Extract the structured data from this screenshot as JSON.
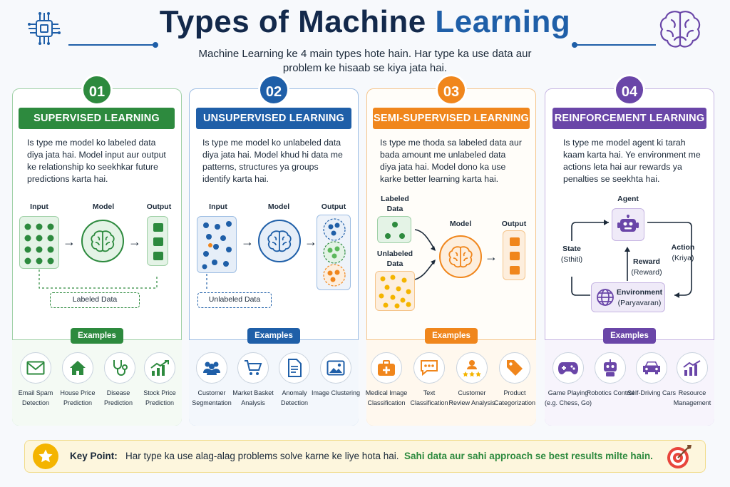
{
  "header": {
    "title_main": "Types of Machine",
    "title_accent": "Learning",
    "subtitle": "Machine Learning ke 4 main types hote hain. Har type ka use data aur problem ke hisaab se kiya jata hai."
  },
  "colors": {
    "supervised": "#2d8a3e",
    "unsupervised": "#1f5fa8",
    "semi": "#f0861c",
    "reinforcement": "#6a46a8"
  },
  "cards": [
    {
      "number": "01",
      "title": "SUPERVISED LEARNING",
      "description": "Is type me model ko labeled data diya jata hai. Model input aur output ke relationship ko seekhkar future predictions karta hai.",
      "input_label": "Input",
      "model_label": "Model",
      "output_label": "Output",
      "tag": "Labeled Data",
      "examples_label": "Examples",
      "examples": [
        "Email Spam Detection",
        "House Price Prediction",
        "Disease Prediction",
        "Stock Price Prediction"
      ],
      "example_icons": [
        "mail-icon",
        "house-icon",
        "stethoscope-icon",
        "chart-up-icon"
      ]
    },
    {
      "number": "02",
      "title": "UNSUPERVISED LEARNING",
      "description": "Is type me model ko unlabeled data diya jata hai. Model khud hi data me patterns, structures ya groups identify karta hai.",
      "input_label": "Input",
      "model_label": "Model",
      "output_label": "Output",
      "tag": "Unlabeled Data",
      "examples_label": "Examples",
      "examples": [
        "Customer Segmentation",
        "Market Basket Analysis",
        "Anomaly Detection",
        "Image Clustering"
      ],
      "example_icons": [
        "users-icon",
        "cart-icon",
        "document-icon",
        "image-icon"
      ]
    },
    {
      "number": "03",
      "title": "SEMI-SUPERVISED LEARNING",
      "description": "Is type me thoda sa labeled data aur bada amount me unlabeled data diya jata hai. Model dono ka use karke better learning karta hai.",
      "labeled_label": "Labeled Data",
      "unlabeled_label": "Unlabeled Data",
      "model_label": "Model",
      "output_label": "Output",
      "examples_label": "Examples",
      "examples": [
        "Medical Image Classification",
        "Text Classification",
        "Customer Review Analysis",
        "Product Categorization"
      ],
      "example_icons": [
        "medical-kit-icon",
        "chat-icon",
        "review-stars-icon",
        "tag-icon"
      ]
    },
    {
      "number": "04",
      "title": "REINFORCEMENT LEARNING",
      "description": "Is type me model agent ki tarah kaam karta hai. Ye environment me actions leta hai aur rewards ya penalties se seekhta hai.",
      "agent_label": "Agent",
      "state_label": "State",
      "state_sub": "(Sthiti)",
      "action_label": "Action",
      "action_sub": "(Kriya)",
      "reward_label": "Reward",
      "reward_sub": "(Reward)",
      "env_label": "Environment",
      "env_sub": "(Paryavaran)",
      "examples_label": "Examples",
      "examples": [
        "Game Playing (e.g. Chess, Go)",
        "Robotics Control",
        "Self-Driving Cars",
        "Resource Management"
      ],
      "example_icons": [
        "gamepad-icon",
        "robot-icon",
        "car-icon",
        "bar-chart-icon"
      ]
    }
  ],
  "key_point": {
    "label": "Key Point:",
    "text": "Har type ka use alag-alag problems solve karne ke liye hota hai.",
    "highlight": "Sahi data aur sahi approach se best results milte hain."
  }
}
